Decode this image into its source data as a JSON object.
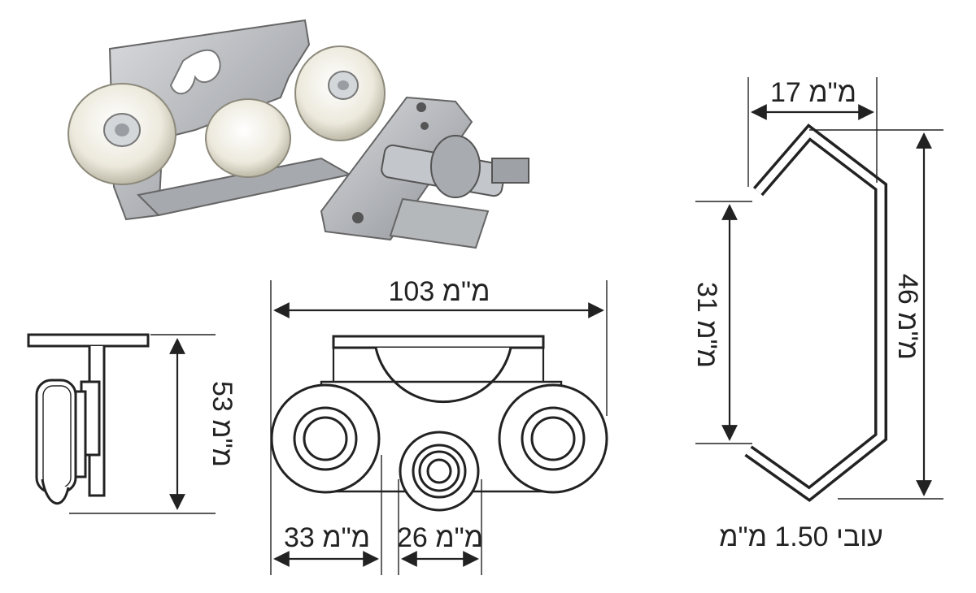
{
  "dimensions": {
    "overall_width": "103 מ\"מ",
    "wheel_offset": "33 מ\"מ",
    "center_wheel": "26 מ\"מ",
    "height": "53 מ\"מ",
    "profile_top_width": "17 מ\"מ",
    "profile_opening": "31 מ\"מ",
    "profile_height": "46 מ\"מ",
    "thickness": "עובי 1.50 מ\"מ"
  },
  "colors": {
    "line": "#222222",
    "metal": "#b9bcc0",
    "wheel": "#f2f0e6",
    "background": "#ffffff"
  }
}
